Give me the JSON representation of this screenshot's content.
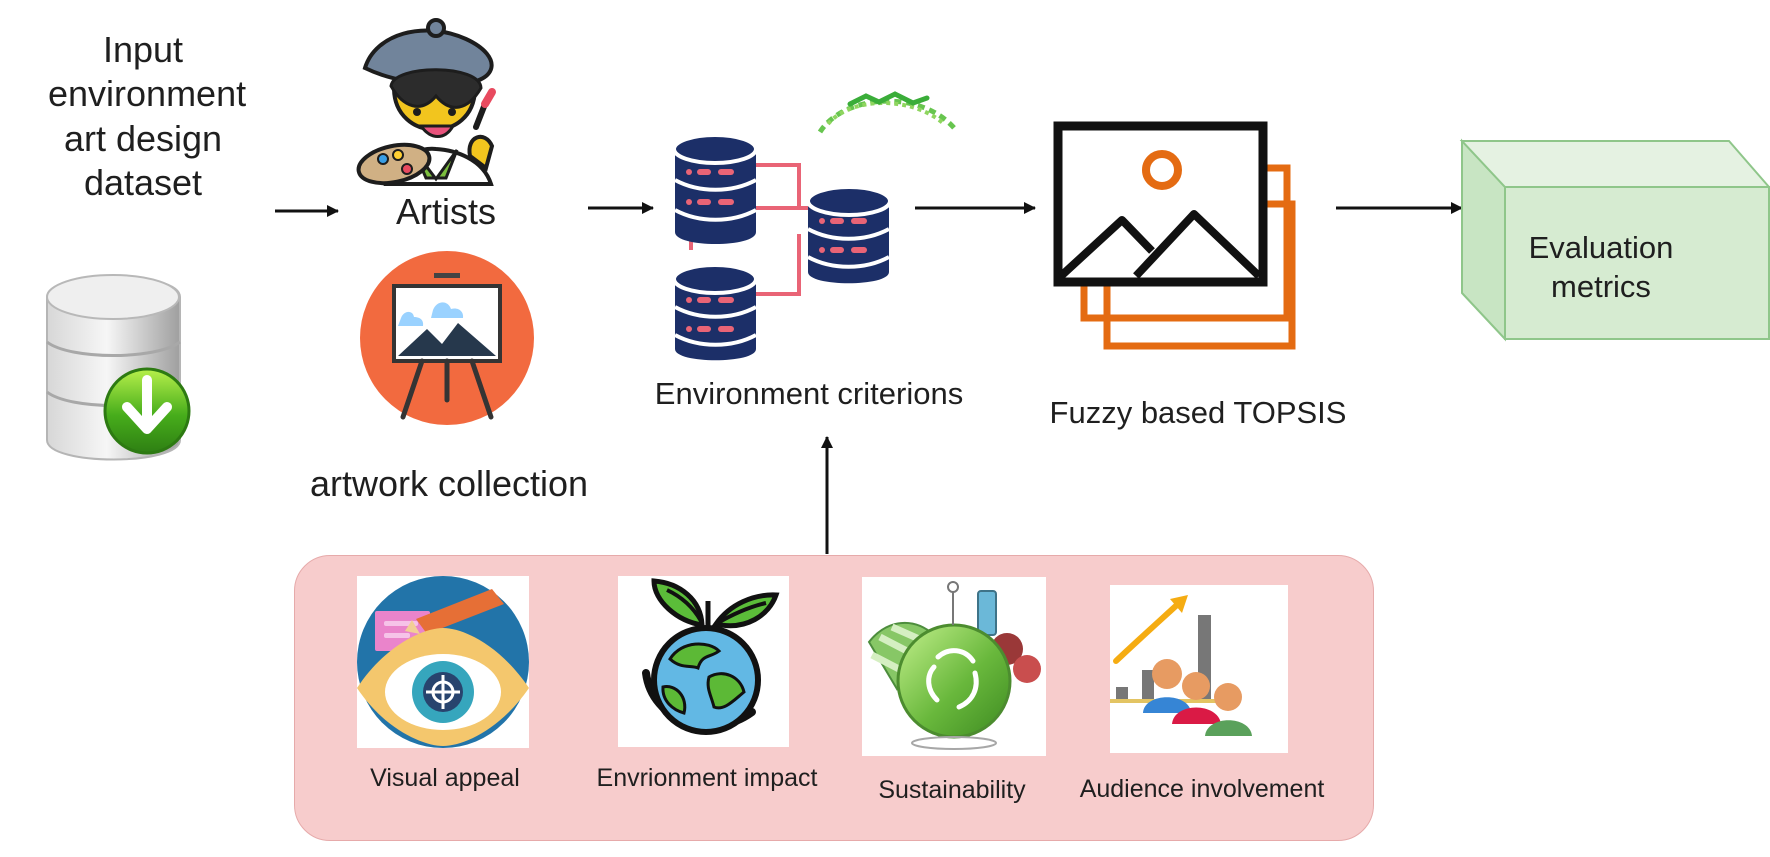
{
  "labels": {
    "input": "Input environment art design dataset",
    "artists": "Artists",
    "artwork_collection": "artwork collection",
    "environment_criterions": "Environment criterions",
    "fuzzy_topsis": "Fuzzy based TOPSIS",
    "evaluation_metrics": "Evaluation metrics"
  },
  "criteria": [
    {
      "label": "Visual appeal",
      "icon": "eye-art-icon"
    },
    {
      "label": "Envrionment impact",
      "icon": "earth-leaves-icon"
    },
    {
      "label": "Sustainability",
      "icon": "recycling-globe-icon"
    },
    {
      "label": "Audience involvement",
      "icon": "audience-growth-icon"
    }
  ],
  "icons": {
    "dataset": "database-download-icon",
    "artists": "artist-painter-icon",
    "artwork": "easel-painting-icon",
    "environment": "linked-databases-icon",
    "fuzzy_topsis": "stacked-images-icon",
    "evaluation": "3d-box-icon"
  },
  "colors": {
    "criteria_background": "#f7cccc",
    "database_blue": "#1c2f68",
    "database_link": "#e96476",
    "image_orange": "#e46b12",
    "evaluation_green": "#d6ebd1",
    "evaluation_stroke": "#8fc68a"
  }
}
